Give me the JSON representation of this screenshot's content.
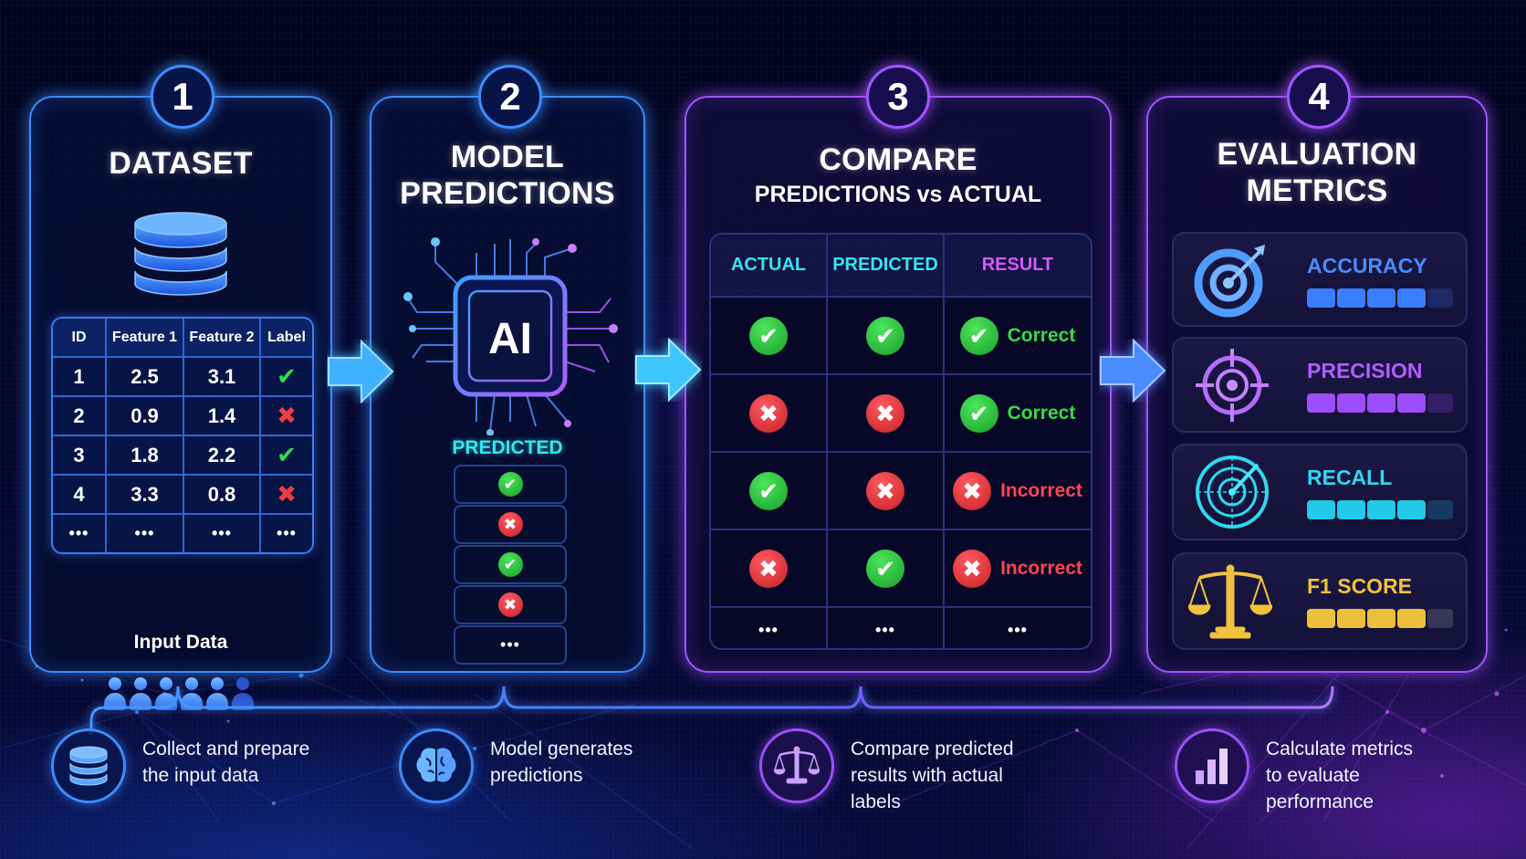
{
  "steps": [
    {
      "number": "1",
      "title": "DATASET",
      "table": {
        "headers": [
          "ID",
          "Feature 1",
          "Feature 2",
          "Label"
        ],
        "rows": [
          {
            "id": "1",
            "f1": "2.5",
            "f2": "3.1",
            "label": "check"
          },
          {
            "id": "2",
            "f1": "0.9",
            "f2": "1.4",
            "label": "cross"
          },
          {
            "id": "3",
            "f1": "1.8",
            "f2": "2.2",
            "label": "check"
          },
          {
            "id": "4",
            "f1": "3.3",
            "f2": "0.8",
            "label": "cross"
          },
          {
            "id": "...",
            "f1": "...",
            "f2": "...",
            "label": "..."
          }
        ]
      },
      "footer_label": "Input Data",
      "icon": "database-icon"
    },
    {
      "number": "2",
      "title_line1": "MODEL",
      "title_line2": "PREDICTIONS",
      "chip_label": "AI",
      "predicted_label": "PREDICTED",
      "predictions": [
        "check",
        "cross",
        "check",
        "cross",
        "..."
      ],
      "icon": "ai-chip-icon"
    },
    {
      "number": "3",
      "title": "COMPARE",
      "subtitle": "PREDICTIONS vs ACTUAL",
      "table": {
        "headers": [
          "ACTUAL",
          "PREDICTED",
          "RESULT"
        ],
        "rows": [
          {
            "actual": "check",
            "predicted": "check",
            "result": "Correct"
          },
          {
            "actual": "cross",
            "predicted": "cross",
            "result": "Correct"
          },
          {
            "actual": "check",
            "predicted": "cross",
            "result": "Incorrect"
          },
          {
            "actual": "cross",
            "predicted": "check",
            "result": "Incorrect"
          },
          {
            "actual": "...",
            "predicted": "...",
            "result": "..."
          }
        ]
      }
    },
    {
      "number": "4",
      "title_line1": "EVALUATION",
      "title_line2": "METRICS",
      "metrics": [
        {
          "name": "ACCURACY",
          "icon": "target-arrow-icon",
          "color": "#4a8bff",
          "filled_segments": 4,
          "total_segments": 5
        },
        {
          "name": "PRECISION",
          "icon": "crosshair-icon",
          "color": "#b35cff",
          "filled_segments": 4,
          "total_segments": 5
        },
        {
          "name": "RECALL",
          "icon": "radar-icon",
          "color": "#2fd9f0",
          "filled_segments": 4,
          "total_segments": 5
        },
        {
          "name": "F1 SCORE",
          "icon": "balance-scale-icon",
          "color": "#f2c23c",
          "filled_segments": 4,
          "total_segments": 5
        }
      ]
    }
  ],
  "descriptions": [
    {
      "icon": "database-icon",
      "line1": "Collect and prepare",
      "line2": "the input data",
      "line3": ""
    },
    {
      "icon": "brain-icon",
      "line1": "Model generates",
      "line2": "predictions",
      "line3": ""
    },
    {
      "icon": "balance-scale-icon",
      "line1": "Compare predicted",
      "line2": "results with actual",
      "line3": "labels"
    },
    {
      "icon": "bar-chart-icon",
      "line1": "Calculate metrics",
      "line2": "to evaluate",
      "line3": "performance"
    }
  ],
  "symbols": {
    "check": "✔",
    "cross": "✖",
    "dots": "•••"
  },
  "colors": {
    "blue_accent": "#3d8cff",
    "violet_accent": "#a055ff",
    "correct": "#34dc46",
    "incorrect": "#ff4652",
    "cyan_label": "#33e6ef",
    "result_header": "#d35cff"
  }
}
